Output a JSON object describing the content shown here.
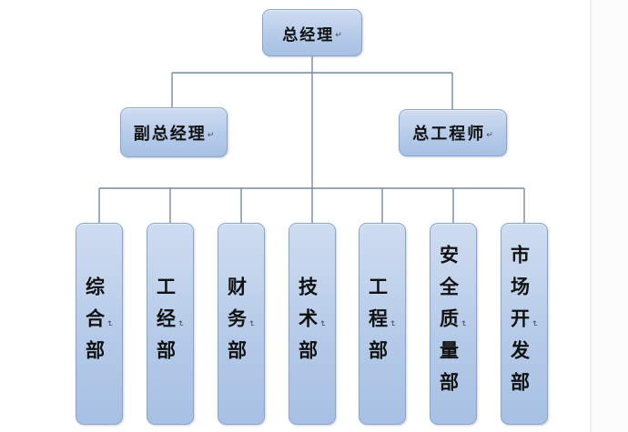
{
  "org": {
    "title": "organization-chart",
    "root": {
      "label": "总经理"
    },
    "level2": [
      {
        "label": "副总经理"
      },
      {
        "label": "总工程师"
      }
    ],
    "departments": [
      {
        "label": "综合部"
      },
      {
        "label": "工经部"
      },
      {
        "label": "财务部"
      },
      {
        "label": "技术部"
      },
      {
        "label": "工程部"
      },
      {
        "label": "安全质量部"
      },
      {
        "label": "市场开发部"
      }
    ],
    "return_mark": "↵"
  },
  "colors": {
    "box_gradient_top": "#cfdcf0",
    "box_gradient_bottom": "#a7c0e3",
    "box_border": "#8aa5cb",
    "connector_line": "#7a8aa0",
    "text": "#111111",
    "background": "#ffffff"
  }
}
